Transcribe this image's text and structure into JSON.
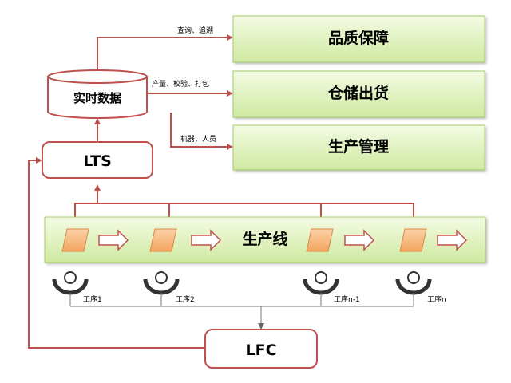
{
  "blocks": {
    "quality": "品质保障",
    "warehouse": "仓储出货",
    "production_mgmt": "生产管理",
    "realtime": "实时数据",
    "lts": "LTS",
    "lfc": "LFC",
    "line": "生产线"
  },
  "edge_labels": {
    "query_trace": "查询、追溯",
    "output_check_pack": "产量、校验、打包",
    "machine_people": "机器、人员"
  },
  "stations": [
    "工序1",
    "工序2",
    "工序n-1",
    "工序n"
  ],
  "colors": {
    "arrow_red": "#c0504d",
    "green_light": "#eef8d8",
    "green_dark": "#c2e28e",
    "green_border": "#a3c96a",
    "parallelogram": "#f6b57a",
    "line_gray": "#777777"
  }
}
